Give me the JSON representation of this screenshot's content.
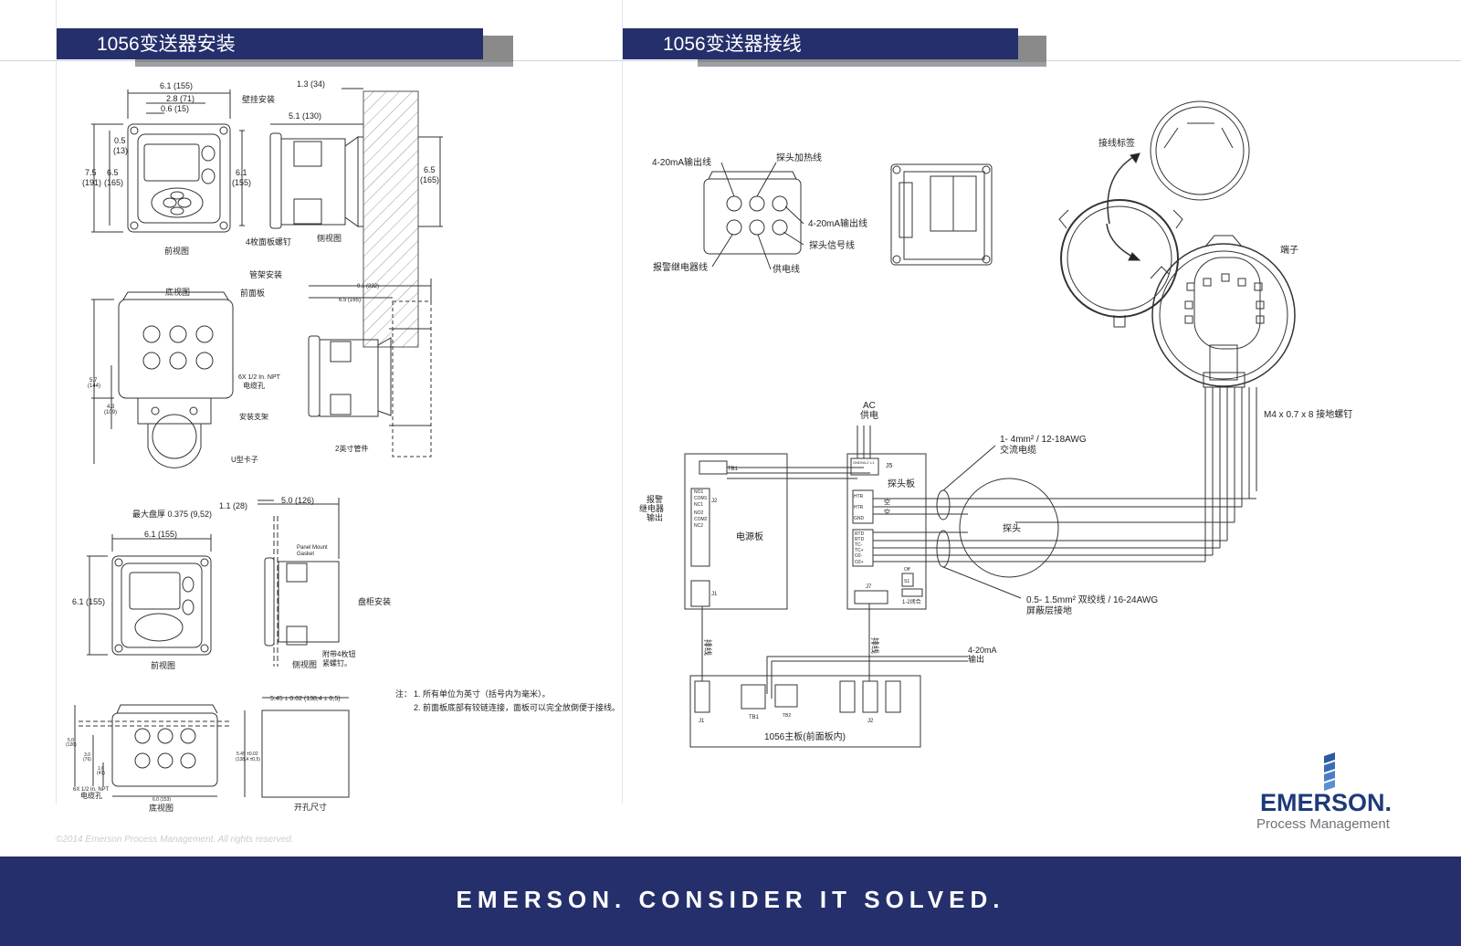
{
  "left_panel": {
    "title": "1056变送器安装",
    "wall_mount": {
      "section_label": "壁挂安装",
      "dim_width": "6.1 (155)",
      "dim_2_8": "2.8 (71)",
      "dim_0_6": "0.6 (15)",
      "dim_0_5": "0.5",
      "dim_0_5_mm": "(13)",
      "dim_7_5": "7.5",
      "dim_7_5_mm": "(191)",
      "dim_6_5": "6.5",
      "dim_6_5_mm": "(165)",
      "dim_6_1": "6.1",
      "dim_6_1_mm": "(155)",
      "dim_1_3": "1.3 (34)",
      "dim_5_1": "5.1 (130)",
      "dim_side_6_5": "6.5",
      "dim_side_6_5_mm": "(165)",
      "front_view": "前视图",
      "screws_label": "4枚面板螺钉",
      "side_view": "侧视图"
    },
    "pipe_mount": {
      "section_label": "管架安装",
      "bottom_view": "底视图",
      "front_panel": "前面板",
      "npt_label_1": "6X 1/2 In. NPT",
      "npt_label_2": "电缆孔",
      "bracket": "安装支架",
      "ubolt": "U型卡子",
      "dim_5_7": "5.7",
      "dim_5_7_mm": "(144)",
      "dim_4_3": "4.3",
      "dim_4_3_mm": "(109)",
      "dim_9_1": "9.1 (232)",
      "dim_6_5": "6.5 (165)",
      "pipe_label": "2英寸管件"
    },
    "panel_mount": {
      "max_thickness": "最大盘厚 0.375 (9,52)",
      "dim_1_1": "1.1 (28)",
      "dim_5_0": "5.0 (126)",
      "dim_width": "6.1 (155)",
      "dim_height": "6.1 (155)",
      "gasket_1": "Panel Mount",
      "gasket_2": "Gasket",
      "cabinet_label": "盘柜安装",
      "front_view": "前视图",
      "side_view": "侧视图",
      "screws_1": "附带4枚钮",
      "screws_2": "紧螺钉。"
    },
    "cutout": {
      "dim_top": "5.45 ± 0.02 (138,4 ± 0,5)",
      "dim_side_1": "5.45 ±0.02",
      "dim_side_2": "(138,4 ±0,5)",
      "label": "开孔尺寸",
      "bottom_view": "底视图",
      "npt_1": "6X 1/2 In. NPT",
      "npt_2": "电缆孔",
      "dim_5_0": "5.0",
      "dim_5_0_mm": "(126)",
      "dim_3_0": "3.0",
      "dim_3_0_mm": "(76)",
      "dim_1_6": "1.6",
      "dim_1_6_mm": "(41)",
      "dim_6_0": "6.0 (153)"
    },
    "notes": {
      "prefix": "注：",
      "note1": "1. 所有单位为英寸（括号内为毫米）。",
      "note2": "2. 前面板底部有铰链连接，面板可以完全放倒便于接线。"
    }
  },
  "right_panel": {
    "title": "1056变送器接线",
    "enclosure": {
      "output_line_1": "4-20mA输出线",
      "probe_heater": "探头加热线",
      "output_line_2": "4-20mA输出线",
      "probe_signal": "探头信号线",
      "alarm_relay": "报警继电器线",
      "power_line": "供电线"
    },
    "probe_head": {
      "wiring_label": "接线标签",
      "terminal": "端子",
      "ground_screw": "M4 x 0.7 x 8 接地螺钉"
    },
    "schematic": {
      "ac_1": "AC",
      "ac_2": "供电",
      "tb1": "TB1",
      "j2": "J2",
      "j1": "J1",
      "j5": "J5",
      "j7": "J7",
      "s1": "S1",
      "alarm_1": "报警",
      "alarm_2": "继电器",
      "alarm_3": "输出",
      "relay_pins": [
        "NO1",
        "COM1",
        "NC1",
        "NO2",
        "COM2",
        "NC2"
      ],
      "power_board": "电源板",
      "probe_board": "探头板",
      "probe_pins_top": [
        "HTR",
        "HTR",
        "GND"
      ],
      "probe_pins_bottom": [
        "RTD",
        "RTD",
        "TC-",
        "TC+",
        "O2-",
        "O2+"
      ],
      "ac_pins": [
        "GND",
        "N/L2",
        "L1"
      ],
      "empty": "空",
      "ac_cable_1": "1- 4mm² / 12-18AWG",
      "ac_cable_2": "交流电缆",
      "probe": "探头",
      "tw_cable_1": "0.5- 1.5mm² 双绞线 / 16-24AWG",
      "tw_cable_2": "屏蔽层接地",
      "ribbon_1": "排线",
      "ribbon_2": "排线",
      "output_1": "4-20mA",
      "output_2": "输出",
      "j1_main": "J1",
      "tb1_main": "TB1",
      "tb2_main": "TB2",
      "j2_main": "J2",
      "main_board": "1056主板(前面板内)",
      "switch_label": "1-2闭合",
      "off_label": "Off"
    }
  },
  "copyright": "©2014 Emerson Process Management. All rights reserved.",
  "logo": {
    "name": "EMERSON.",
    "sub": "Process Management",
    "color": "#1f3a7a"
  },
  "footer": {
    "slogan": "EMERSON.  CONSIDER IT SOLVED.",
    "bg": "#252f6b"
  }
}
